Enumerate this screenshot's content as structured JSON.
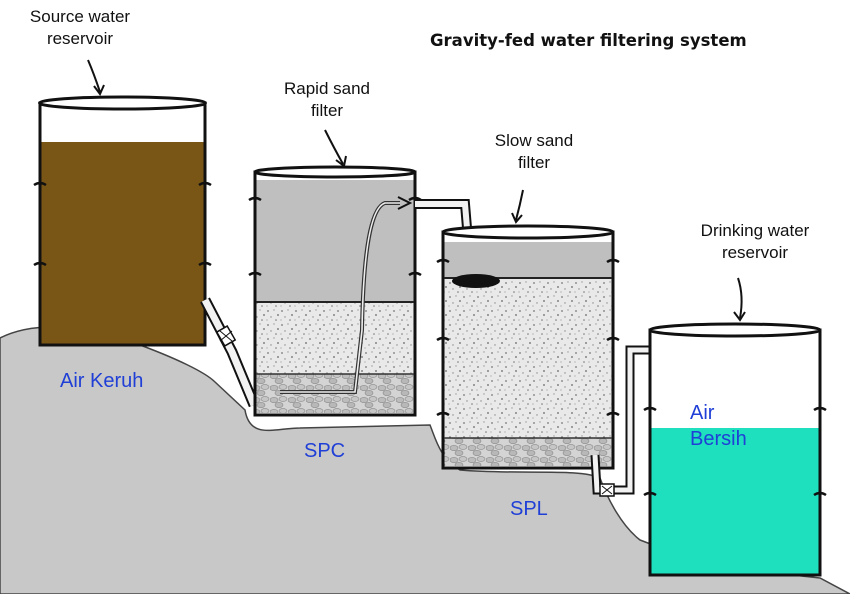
{
  "title": "Gravity-fed water filtering system",
  "labels": {
    "source_reservoir": [
      "Source water",
      "reservoir"
    ],
    "rapid_filter": [
      "Rapid sand",
      "filter"
    ],
    "slow_filter": [
      "Slow sand",
      "filter"
    ],
    "drinking_reservoir": [
      "Drinking water",
      "reservoir"
    ]
  },
  "tank_labels": {
    "air_keruh": "Air Keruh",
    "spc": "SPC",
    "spl": "SPL",
    "air_bersih": [
      "Air",
      "Bersih"
    ]
  },
  "colors": {
    "ground": "#c8c8c8",
    "muddy_water": "#7a5616",
    "clear_water": "#1ee0bf",
    "filter_water": "#bfbfbf",
    "label_blue": "#1f3fd6"
  }
}
